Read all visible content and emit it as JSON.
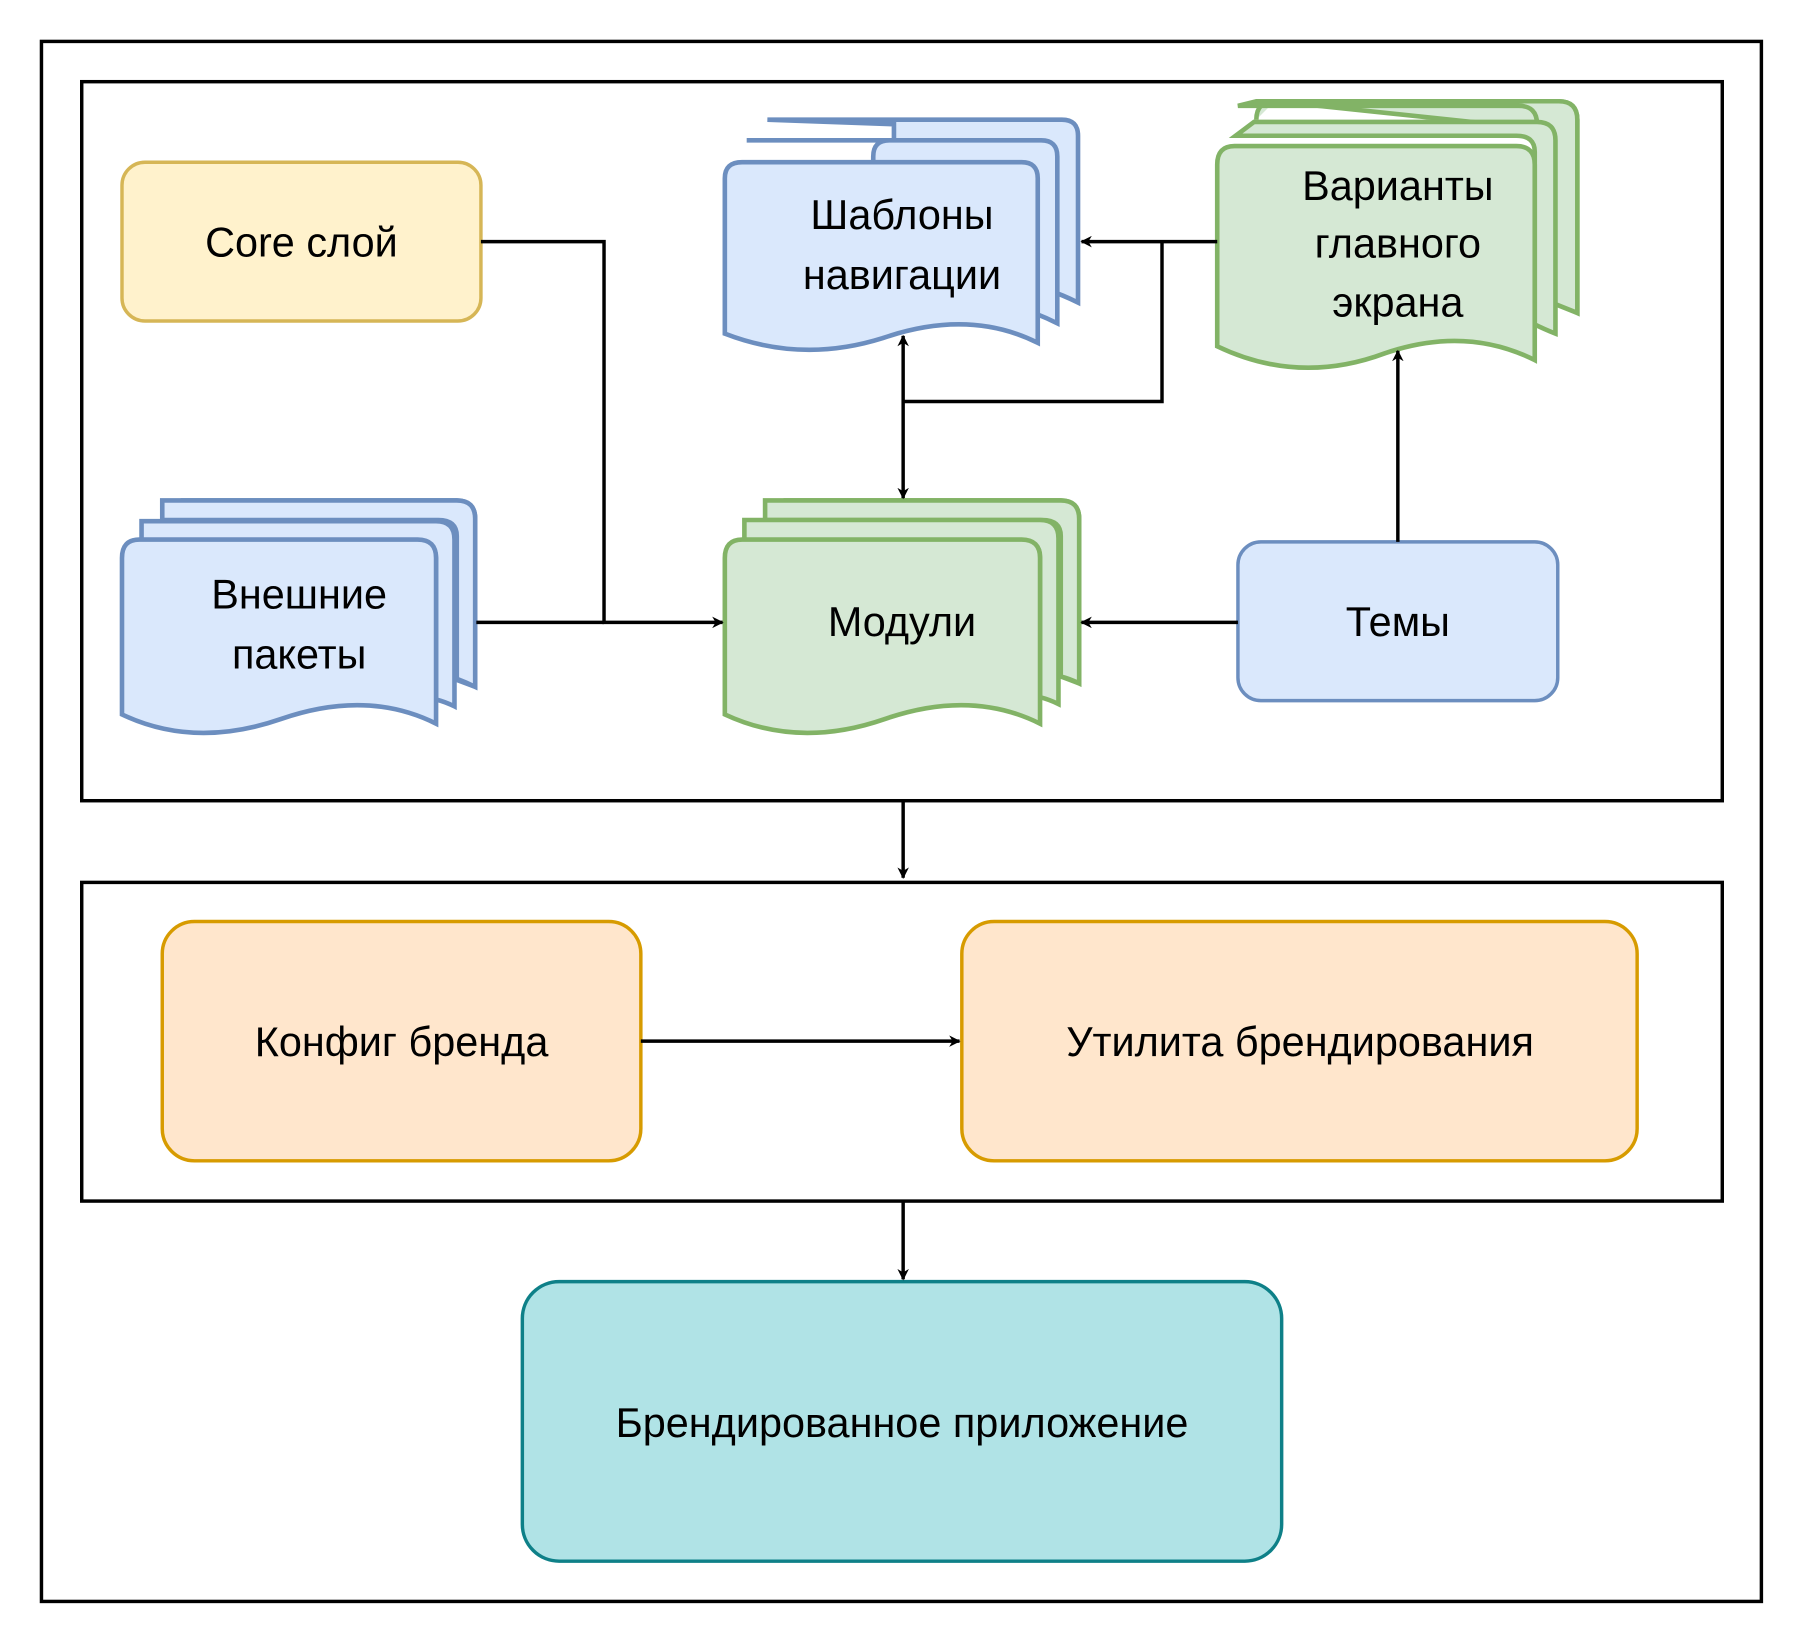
{
  "diagram": {
    "nodes": {
      "core_layer": {
        "label": "Core слой",
        "fill": "#fff2cc",
        "stroke": "#d6b656"
      },
      "nav_templates": {
        "lines": [
          "Шаблоны",
          "навигации"
        ],
        "fill": "#dae8fc",
        "stroke": "#6c8ebf"
      },
      "home_variants": {
        "lines": [
          "Варианты",
          "главного",
          "экрана"
        ],
        "fill": "#d5e8d4",
        "stroke": "#82b366"
      },
      "external_packages": {
        "lines": [
          "Внешние",
          "пакеты"
        ],
        "fill": "#dae8fc",
        "stroke": "#6c8ebf"
      },
      "modules": {
        "label": "Модули",
        "fill": "#d5e8d4",
        "stroke": "#82b366"
      },
      "themes": {
        "label": "Темы",
        "fill": "#dae8fc",
        "stroke": "#6c8ebf"
      },
      "brand_config": {
        "label": "Конфиг бренда",
        "fill": "#ffe6cc",
        "stroke": "#d79b00"
      },
      "branding_utility": {
        "label": "Утилита брендирования",
        "fill": "#ffe6cc",
        "stroke": "#d79b00"
      },
      "branded_app": {
        "label": "Брендированное приложение",
        "fill": "#b0e3e6",
        "stroke": "#0e8088"
      }
    },
    "edges": [
      {
        "from": "core_layer",
        "to": "modules"
      },
      {
        "from": "external_packages",
        "to": "modules"
      },
      {
        "from": "themes",
        "to": "modules"
      },
      {
        "from": "themes",
        "to": "home_variants"
      },
      {
        "from": "home_variants",
        "to": "nav_templates"
      },
      {
        "from": "home_variants",
        "to": "modules"
      },
      {
        "from": "modules",
        "to": "nav_templates",
        "bidirectional": true
      },
      {
        "from": "source_layer_group",
        "to": "branding_group"
      },
      {
        "from": "brand_config",
        "to": "branding_utility"
      },
      {
        "from": "branding_group",
        "to": "branded_app"
      }
    ]
  }
}
